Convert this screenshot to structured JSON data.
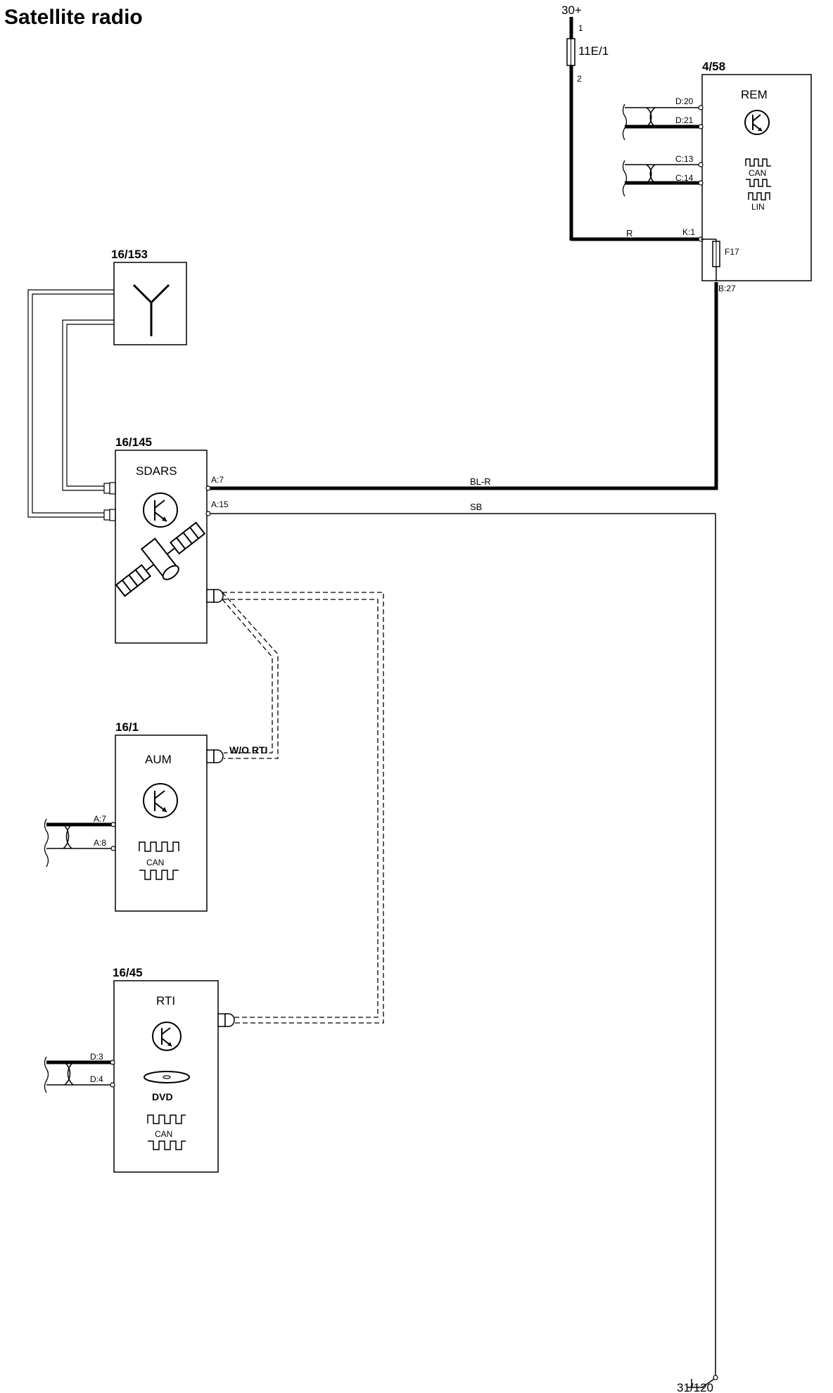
{
  "title": "Satellite radio",
  "supply": {
    "label": "30+",
    "fuse": "11E/1",
    "pin_top": "1",
    "pin_bottom": "2"
  },
  "ground": {
    "label": "31/120"
  },
  "components": {
    "rem": {
      "id": "4/58",
      "name": "REM",
      "fuse": "F17",
      "bus_can": "CAN",
      "bus_lin": "LIN",
      "pins": {
        "d20": "D:20",
        "d21": "D:21",
        "c13": "C:13",
        "c14": "C:14",
        "k1": "K:1",
        "b27": "B:27"
      }
    },
    "antenna": {
      "id": "16/153"
    },
    "sdars": {
      "id": "16/145",
      "name": "SDARS",
      "pins": {
        "a7": "A:7",
        "a15": "A:15"
      }
    },
    "aum": {
      "id": "16/1",
      "name": "AUM",
      "bus_can": "CAN",
      "pins": {
        "a7": "A:7",
        "a8": "A:8"
      }
    },
    "rti": {
      "id": "16/45",
      "name": "RTI",
      "media": "DVD",
      "bus_can": "CAN",
      "pins": {
        "d3": "D:3",
        "d4": "D:4"
      }
    }
  },
  "wires": {
    "r": "R",
    "bl_r": "BL-R",
    "sb": "SB",
    "wo_rti": "W/O RTI"
  }
}
